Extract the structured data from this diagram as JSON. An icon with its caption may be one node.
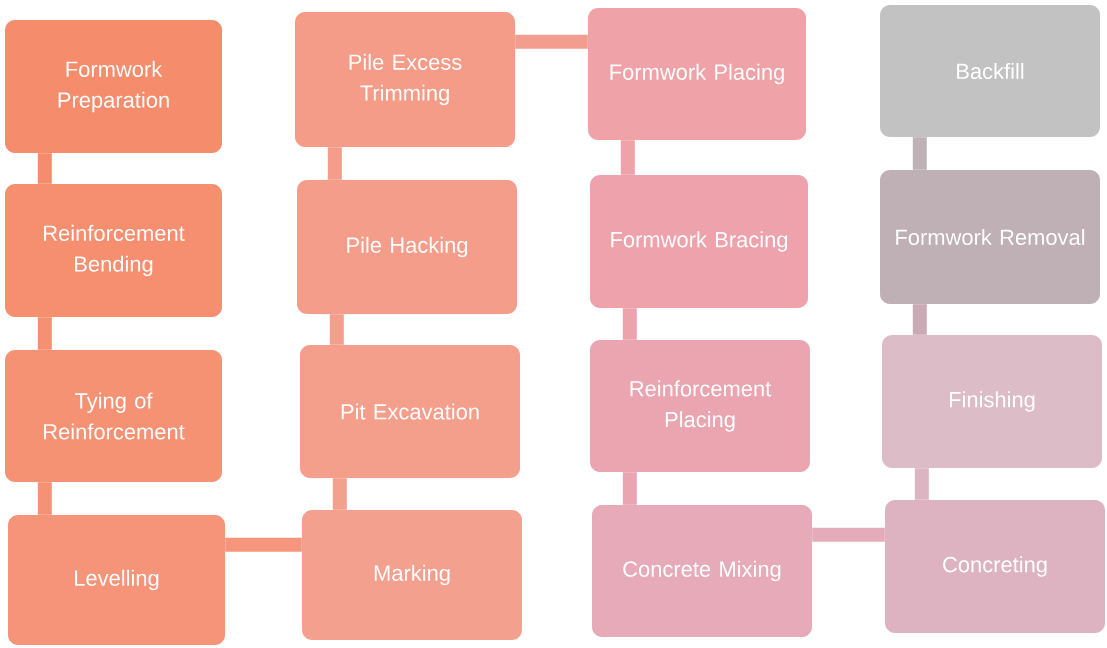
{
  "diagram": {
    "nodes": [
      {
        "text": [
          "Formwork Preparation"
        ]
      },
      {
        "text": [
          "Reinforcement Bending"
        ]
      },
      {
        "text": [
          "Tying of Reinforcement"
        ]
      },
      {
        "text": [
          "Levelling"
        ]
      },
      {
        "text": [
          "Pile Excess Trimming"
        ]
      },
      {
        "text": [
          "Pile Hacking"
        ]
      },
      {
        "text": [
          "Pit Excavation"
        ]
      },
      {
        "text": [
          "Marking"
        ]
      },
      {
        "text": [
          "Formwork Placing"
        ]
      },
      {
        "text": [
          "Formwork Bracing"
        ]
      },
      {
        "text": [
          "Reinforcement Placing"
        ]
      },
      {
        "text": [
          "Concrete Mixing"
        ]
      },
      {
        "text": [
          "Backfill"
        ]
      },
      {
        "text": [
          "Formwork Removal"
        ]
      },
      {
        "text": [
          "Finishing"
        ]
      },
      {
        "text": [
          "Concreting"
        ]
      }
    ],
    "edges": [
      {
        "from": 0,
        "to": 1,
        "arrow": "none"
      },
      {
        "from": 1,
        "to": 2,
        "arrow": "none"
      },
      {
        "from": 2,
        "to": 3,
        "arrow": "none"
      },
      {
        "from": 3,
        "to": 7,
        "arrow": "none"
      },
      {
        "from": 7,
        "to": 6,
        "arrow": "none"
      },
      {
        "from": 6,
        "to": 5,
        "arrow": "none"
      },
      {
        "from": 5,
        "to": 4,
        "arrow": "none"
      },
      {
        "from": 4,
        "to": 8,
        "arrow": "none"
      },
      {
        "from": 8,
        "to": 9,
        "arrow": "none"
      },
      {
        "from": 9,
        "to": 10,
        "arrow": "none"
      },
      {
        "from": 10,
        "to": 11,
        "arrow": "none"
      },
      {
        "from": 11,
        "to": 15,
        "arrow": "none"
      },
      {
        "from": 15,
        "to": 14,
        "arrow": "none"
      },
      {
        "from": 14,
        "to": 13,
        "arrow": "none",
        "color": "#c9aab5"
      },
      {
        "from": 13,
        "to": 12,
        "arrow": "none",
        "color": "#bdb3b7"
      }
    ]
  }
}
